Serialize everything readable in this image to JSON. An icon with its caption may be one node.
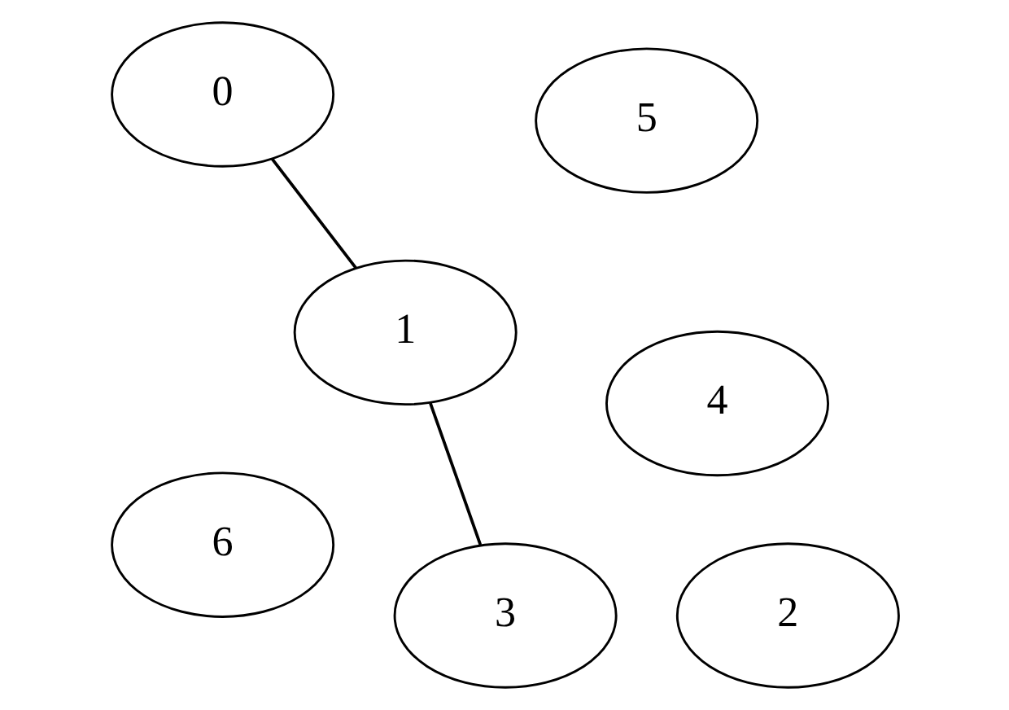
{
  "diagram": {
    "nodes": [
      {
        "text": [
          "5"
        ]
      },
      {
        "text": [
          "4"
        ]
      },
      {
        "text": [
          "0"
        ]
      },
      {
        "text": [
          "1"
        ]
      },
      {
        "text": [
          "6"
        ]
      },
      {
        "text": [
          "2"
        ]
      },
      {
        "text": [
          "3"
        ]
      }
    ],
    "edges": [
      {
        "from": 2,
        "to": 3,
        "arrow": "none"
      },
      {
        "from": 3,
        "to": 6,
        "arrow": "none"
      }
    ]
  }
}
